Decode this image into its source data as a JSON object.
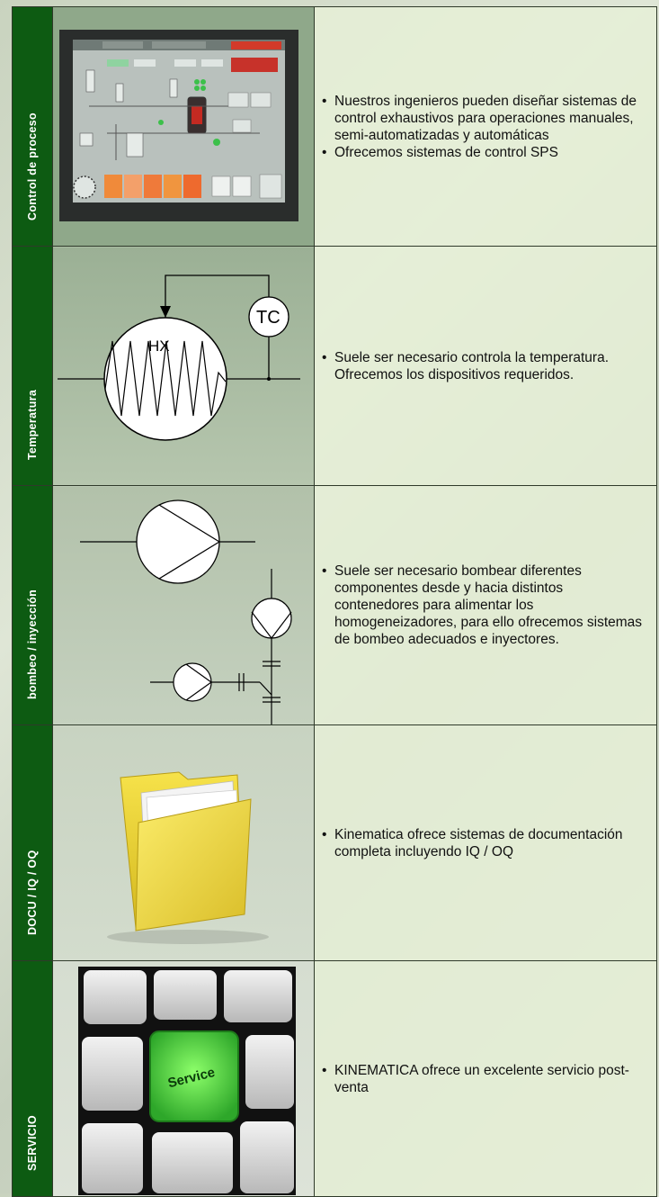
{
  "rows": [
    {
      "section": "Control de proceso",
      "image": "hmi-control-panel-screen",
      "bullets": [
        "Nuestros ingenieros pueden diseñar sistemas de control exhaustivos para operaciones manuales, semi-automatizadas y automáticas",
        "Ofrecemos sistemas de control SPS"
      ]
    },
    {
      "section": "Temperatura",
      "image": "heat-exchanger-diagram",
      "diagram_labels": {
        "heat_exchanger": "HX",
        "temp_controller": "TC"
      },
      "bullets": [
        "Suele ser necesario controla la temperatura. Ofrecemos los dispositivos requeridos."
      ]
    },
    {
      "section": "bombeo / inyección",
      "image": "pump-diagram",
      "bullets": [
        "Suele ser necesario bombear diferentes componentes desde y hacia distintos contenedores para alimentar los homogeneizadores, para ello ofrecemos sistemas de bombeo adecuados e inyectores."
      ]
    },
    {
      "section": "DOCU / IQ / OQ",
      "image": "yellow-folder-icon",
      "bullets": [
        "Kinematica ofrece sistemas de documentación completa incluyendo IQ / OQ"
      ]
    },
    {
      "section": "SERVICIO",
      "image": "service-keyboard-key",
      "key_label": "Service",
      "bullets": [
        "KINEMATICA ofrece un excelente servicio post-venta"
      ]
    }
  ]
}
